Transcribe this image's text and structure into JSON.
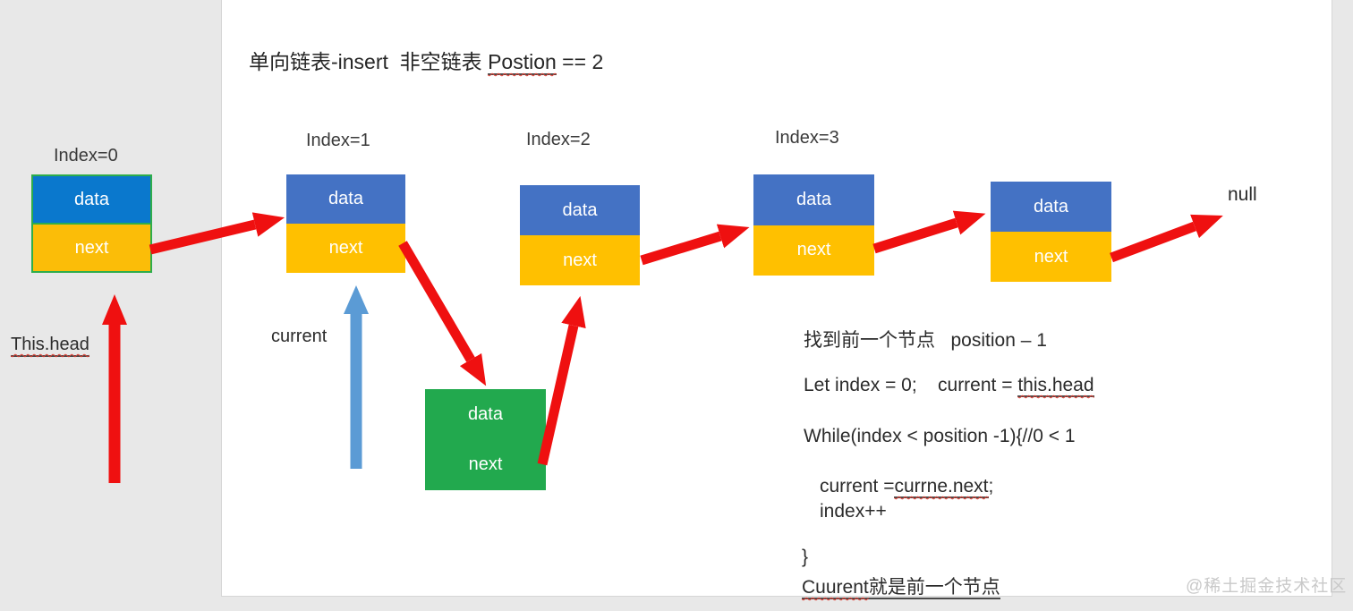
{
  "title": {
    "prefix": "单向链表-insert  非空链表 ",
    "misspelled_word": "Postion",
    "suffix": " == 2"
  },
  "list_nodes": [
    {
      "index_label": "Index=0",
      "data_label": "data",
      "next_label": "next"
    },
    {
      "index_label": "Index=1",
      "data_label": "data",
      "next_label": "next"
    },
    {
      "index_label": "Index=2",
      "data_label": "data",
      "next_label": "next"
    },
    {
      "index_label": "Index=3",
      "data_label": "data",
      "next_label": "next"
    },
    {
      "data_label": "data",
      "next_label": "next"
    }
  ],
  "new_node": {
    "data_label": "data",
    "next_label": "next"
  },
  "pointer_labels": {
    "null_terminator": "null",
    "head_pointer": "This.head",
    "current_pointer": "current"
  },
  "annotation": {
    "find_prev_line": "找到前一个节点   position – 1",
    "init_line_prefix": "Let index = 0;    current = ",
    "init_line_underlined": "this.head",
    "while_line": "While(index < position -1){//0 < 1",
    "body_line1_prefix": "current =",
    "body_line1_underlined": "currne.next",
    "body_line1_suffix": ";",
    "body_line2": "index++",
    "closing_brace": "}",
    "conclusion_misspelled": "Cuurent",
    "conclusion_rest": "就是前一个节点"
  },
  "watermark": "@稀土掘金技术社区",
  "colors": {
    "background_gray": "#e8e8e8",
    "slide_white": "#ffffff",
    "node_data_blue": "#4472c4",
    "head_node_data_blue": "#0a78cd",
    "node_next_gold": "#ffc000",
    "head_node_border_green": "#2ead4b",
    "new_node_green": "#22a94e",
    "arrow_red": "#ef1010",
    "current_arrow_blue": "#5b9bd5"
  }
}
